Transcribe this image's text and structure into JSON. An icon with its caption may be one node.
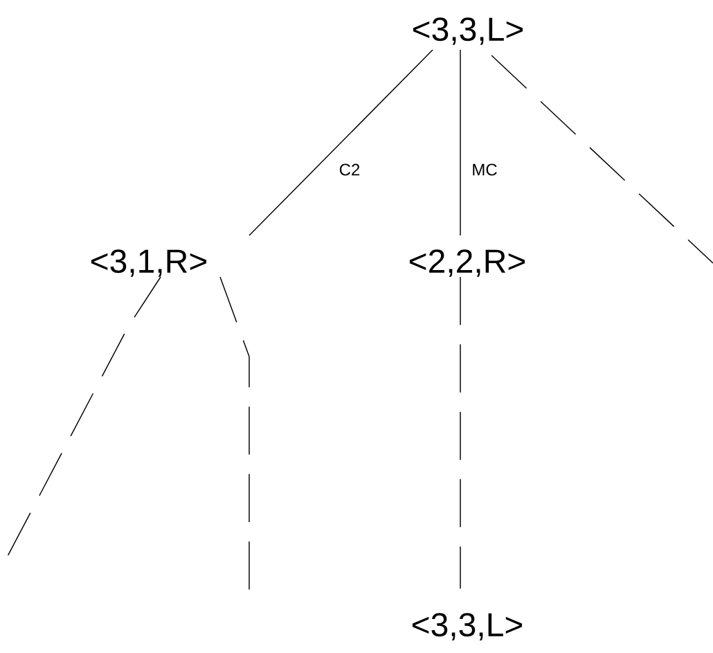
{
  "diagram": {
    "nodes": [
      {
        "text": [
          "<3,3,L>"
        ]
      },
      {
        "text": [
          "<3,1,R>"
        ]
      },
      {
        "text": [
          "<2,2,R>"
        ]
      },
      {
        "text": [
          "<3,3,L>"
        ]
      }
    ],
    "edges": [
      {
        "from": 0,
        "to": 1,
        "arrow": "none",
        "label": "C2"
      },
      {
        "from": 0,
        "to": 2,
        "arrow": "none",
        "label": "MC"
      },
      {
        "from": 0,
        "to": null,
        "arrow": "none",
        "style": "dashed"
      },
      {
        "from": 1,
        "to": null,
        "arrow": "none",
        "style": "dashed"
      },
      {
        "from": 1,
        "to": null,
        "arrow": "none",
        "style": "dashed"
      },
      {
        "from": 2,
        "to": 3,
        "arrow": "none",
        "style": "dashed"
      }
    ]
  }
}
